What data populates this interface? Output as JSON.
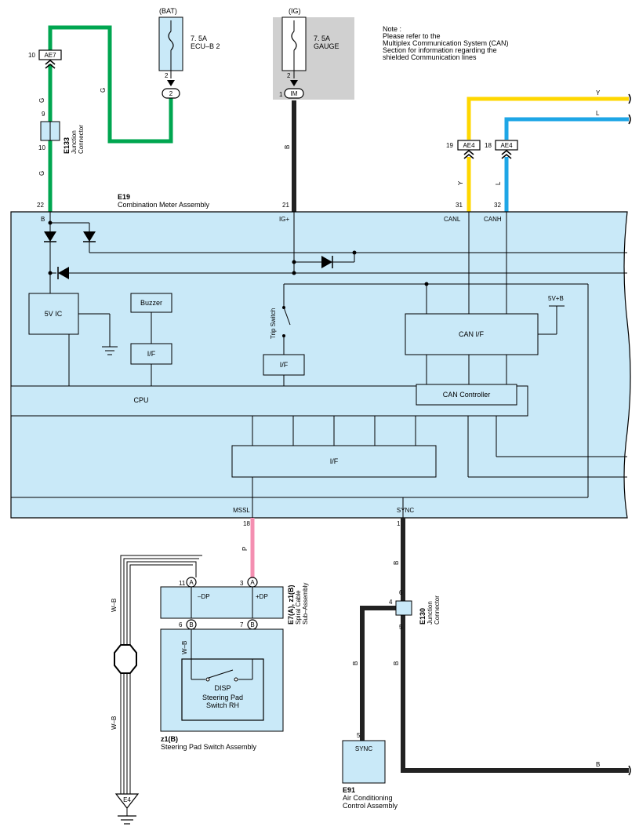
{
  "note": {
    "line1": "Note :",
    "line2": "Please refer to the",
    "line3": "Multiplex Communication System (CAN)",
    "line4": "Section for information regarding the",
    "line5": "shielded Communication lines"
  },
  "fuses": {
    "bat": {
      "source": "(BAT)",
      "rating": "7. 5A",
      "name": "ECU–B 2",
      "pin_top": "2",
      "connector": "2"
    },
    "ig": {
      "source": "(IG)",
      "rating": "7. 5A",
      "name": "GAUGE",
      "pin_top": "2",
      "pin_left": "1",
      "connector": "IM"
    }
  },
  "connectors": {
    "ae7": {
      "code": "AE7",
      "pin": "10"
    },
    "ae4_y": {
      "code": "AE4",
      "pin": "19"
    },
    "ae4_l": {
      "code": "AE4",
      "pin": "18"
    },
    "e133": {
      "code": "E133",
      "name1": "Junction",
      "name2": "Connector",
      "pin_top": "9",
      "pin_bottom": "10"
    },
    "e130": {
      "code": "E130",
      "name1": "Junction",
      "name2": "Connector",
      "pin_top": "6",
      "pin_left": "4",
      "pin_bottom": "5"
    }
  },
  "wires": {
    "g1": "G",
    "g2": "G",
    "g3": "G",
    "b_ig": "B",
    "y_top": "Y",
    "l_top": "L",
    "y_vert": "Y",
    "l_vert": "L",
    "p1": "P",
    "p2": "P",
    "wb1": "W–B",
    "wb2": "W–B",
    "wb3": "W–B",
    "b_sync1": "B",
    "b_sync2": "B",
    "b_sync3": "B",
    "b_bottom": "B"
  },
  "meter": {
    "code": "E19",
    "name": "Combination Meter Assembly",
    "pins": {
      "b": "22",
      "ig": "21",
      "canl": "31",
      "canh": "32",
      "mssl": "18",
      "sync": "17"
    },
    "terminals": {
      "b": "B",
      "ig": "IG+",
      "canl": "CANL",
      "canh": "CANH",
      "mssl": "MSSL",
      "sync": "SYNC"
    },
    "blocks": {
      "five_v_ic": "5V IC",
      "buzzer": "Buzzer",
      "if_buzzer": "I/F",
      "trip_switch": "Trip Switch",
      "if_trip": "I/F",
      "can_if": "CAN I/F",
      "five_v_b": "5V+B",
      "cpu": "CPU",
      "can_controller": "CAN Controller",
      "if_bottom": "I/F"
    }
  },
  "spiral": {
    "code": "E7(A), z1(B)",
    "name1": "Spiral Cable",
    "name2": "Sub–Assembly",
    "pin_a11": "11",
    "pin_a3": "3",
    "pin_b6": "6",
    "pin_b7": "7",
    "conn_a": "A",
    "conn_b": "B",
    "term_dp_minus": "–DP",
    "term_dp_plus": "+DP"
  },
  "steering": {
    "code": "z1(B)",
    "name": "Steering Pad Switch Assembly",
    "switch_label": "DISP",
    "switch_name1": "Steering Pad",
    "switch_name2": "Switch RH"
  },
  "ac": {
    "code": "E91",
    "name1": "Air Conditioning",
    "name2": "Control Assembly",
    "terminal": "SYNC",
    "pin": "5"
  },
  "ground": {
    "code": "E4"
  },
  "colors": {
    "green": "#00a650",
    "yellow": "#ffd700",
    "blue": "#1ea6e6",
    "pink": "#f48fb1",
    "black": "#222222",
    "meter_fill": "#c9e9f8",
    "ig_shade": "#d0d0d0"
  }
}
